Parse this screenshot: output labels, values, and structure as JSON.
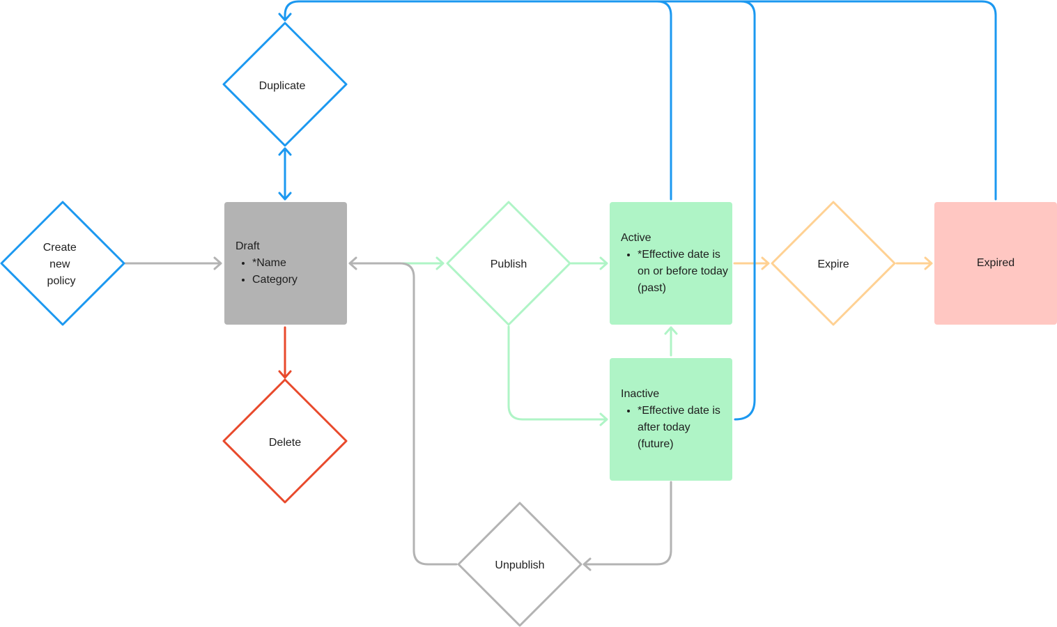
{
  "colors": {
    "blue": "#1b98f0",
    "gray": "#b3b3b3",
    "red": "#e8492b",
    "green": "#aff4c6",
    "orange": "#ffd193",
    "pink": "#ffc7c2"
  },
  "nodes": {
    "create": {
      "lines": [
        "Create",
        "new",
        "policy"
      ]
    },
    "duplicate": {
      "label": "Duplicate"
    },
    "draft": {
      "title": "Draft",
      "bullets": [
        "*Name",
        "Category"
      ]
    },
    "delete": {
      "label": "Delete"
    },
    "publish": {
      "label": "Publish"
    },
    "active": {
      "title": "Active",
      "bullets": [
        "*Effective date is on or before today (past)"
      ]
    },
    "inactive": {
      "title": "Inactive",
      "bullets": [
        "*Effective date is after today (future)"
      ]
    },
    "expire": {
      "label": "Expire"
    },
    "expired": {
      "label": "Expired"
    },
    "unpublish": {
      "label": "Unpublish"
    }
  }
}
